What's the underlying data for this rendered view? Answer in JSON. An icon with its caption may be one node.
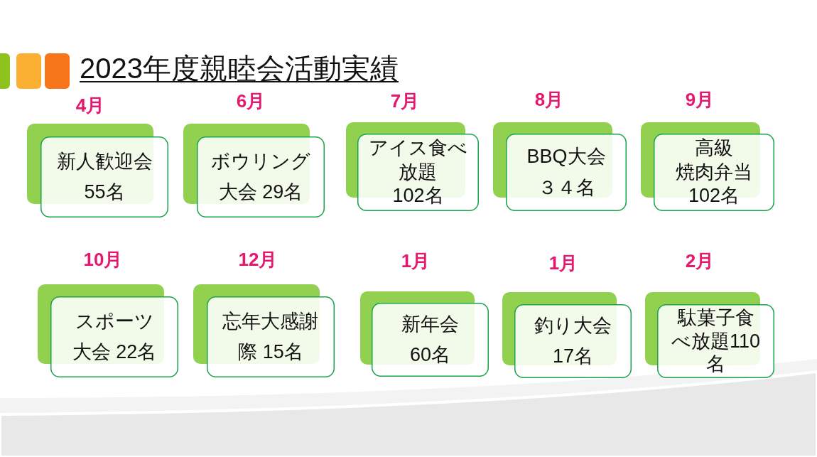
{
  "diagram": {
    "title": "2023年度親睦会活動実績",
    "nodes": [
      {
        "text": [
          "新人歓迎会",
          "55名"
        ],
        "beside": [
          "4月"
        ]
      },
      {
        "text": [
          "ボウリング大会 29名"
        ],
        "beside": [
          "6月"
        ]
      },
      {
        "text": [
          "アイス食べ放題",
          "102名"
        ],
        "beside": [
          "7月"
        ]
      },
      {
        "text": [
          "BBQ大会",
          "３４名"
        ],
        "beside": [
          "8月"
        ]
      },
      {
        "text": [
          "高級焼肉弁当",
          "102名"
        ],
        "beside": [
          "9月"
        ]
      },
      {
        "text": [
          "スポーツ大会 22名"
        ],
        "beside": [
          "10月"
        ]
      },
      {
        "text": [
          "忘年大感謝際 15名"
        ],
        "beside": [
          "12月"
        ]
      },
      {
        "text": [
          "新年会",
          "60名"
        ],
        "beside": [
          "1月"
        ]
      },
      {
        "text": [
          "釣り大会",
          "17名"
        ],
        "beside": [
          "1月"
        ]
      },
      {
        "text": [
          "駄菓子食べ放題110名"
        ],
        "beside": [
          "2月"
        ]
      }
    ]
  }
}
